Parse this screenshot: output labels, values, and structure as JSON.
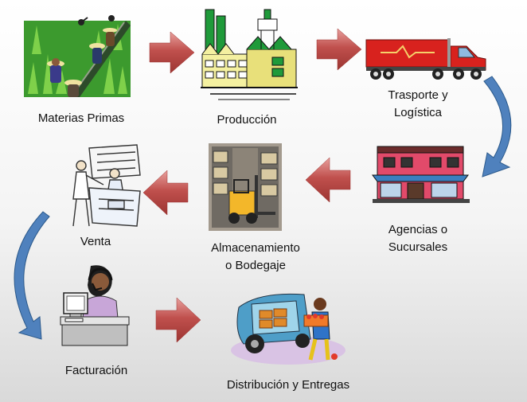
{
  "steps": {
    "materias_primas": "Materias Primas",
    "produccion": "Producción",
    "transporte_l1": "Trasporte y",
    "transporte_l2": "Logística",
    "agencias_l1": "Agencias o",
    "agencias_l2": "Sucursales",
    "almacenamiento_l1": "Almacenamiento",
    "almacenamiento_l2": "o Bodegaje",
    "venta": "Venta",
    "facturacion": "Facturación",
    "distribucion": "Distribución y Entregas"
  },
  "colors": {
    "arrow_fill": "#c0504d",
    "arrow_highlight": "#e8a09d",
    "curve_arrow": "#4f81bd"
  }
}
